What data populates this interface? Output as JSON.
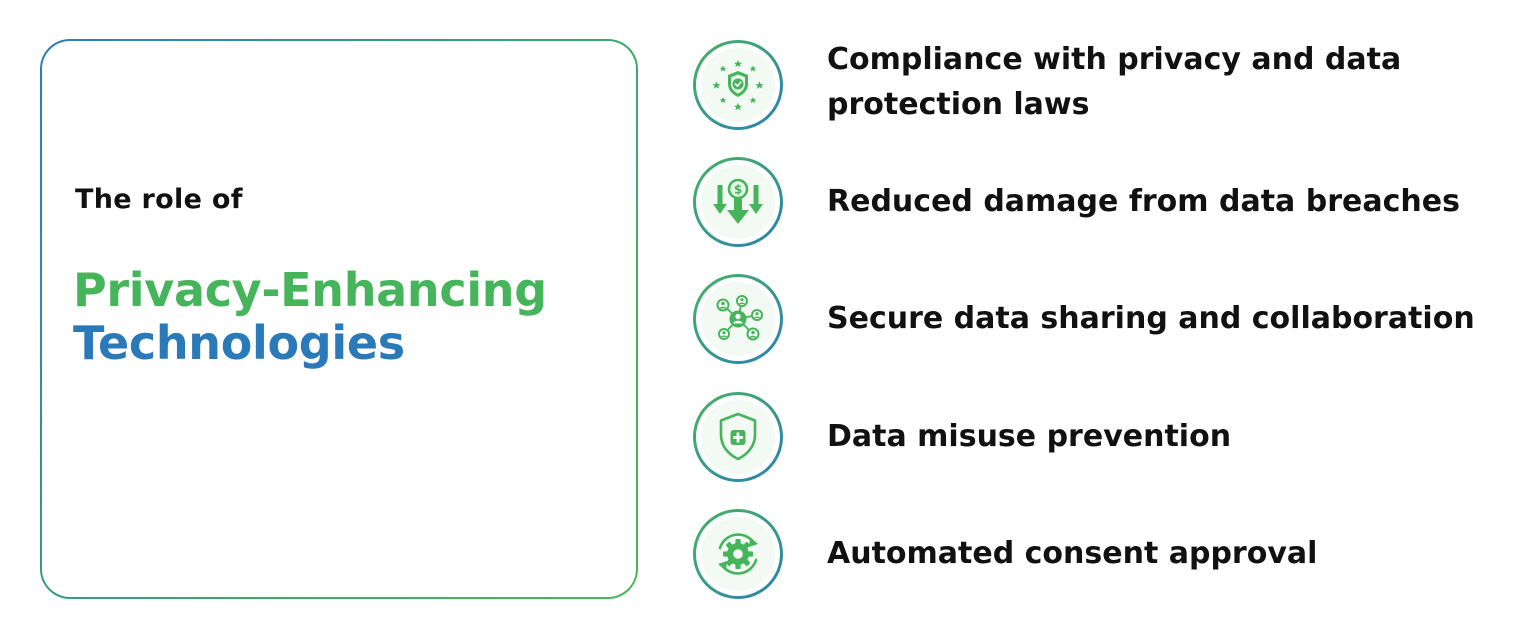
{
  "intro": {
    "kicker": "The role of",
    "title_line1": "Privacy-Enhancing",
    "title_line2": "Technologies"
  },
  "benefits": [
    {
      "label_line1": "Compliance with privacy and data",
      "label_line2": "protection laws",
      "icon": "shield-stars-icon"
    },
    {
      "label": "Reduced damage from data breaches",
      "icon": "coin-down-arrows-icon"
    },
    {
      "label": "Secure data sharing and collaboration",
      "icon": "network-people-icon"
    },
    {
      "label": "Data misuse prevention",
      "icon": "shield-plus-icon"
    },
    {
      "label": "Automated consent approval",
      "icon": "gear-cycle-icon"
    }
  ],
  "colors": {
    "green": "#45b45a",
    "blue": "#2a79b8",
    "text": "#111111"
  }
}
